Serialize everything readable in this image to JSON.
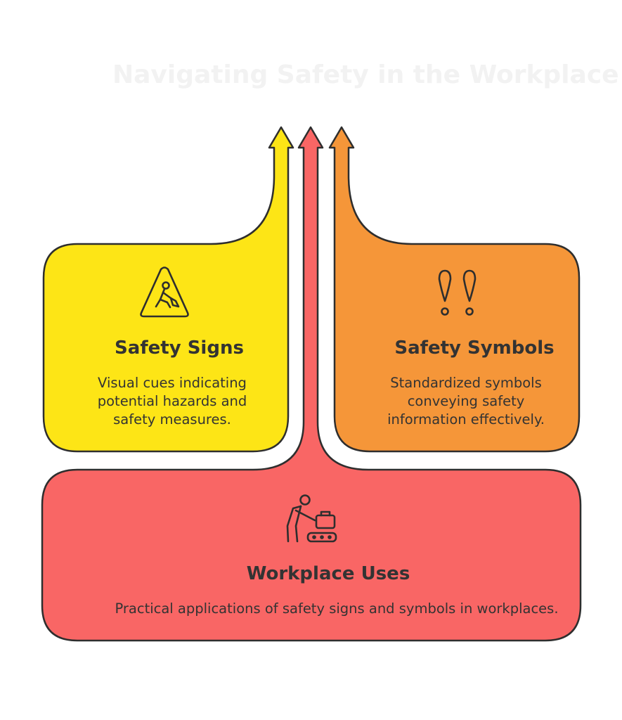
{
  "title": "Navigating Safety in the Workplace",
  "colors": {
    "title": "#f2f2f2",
    "outline": "#2e2e2e",
    "text": "#333333",
    "signs_fill": "#fde516",
    "symbols_fill": "#f59639",
    "uses_fill": "#f96665"
  },
  "boxes": {
    "signs": {
      "icon": "construction-warning-sign-icon",
      "title": "Safety Signs",
      "desc_lines": [
        "Visual cues indicating",
        "potential hazards and",
        "safety measures."
      ]
    },
    "symbols": {
      "icon": "double-exclamation-icon",
      "title": "Safety Symbols",
      "desc_lines": [
        "Standardized symbols",
        "conveying safety",
        "information effectively."
      ]
    },
    "uses": {
      "icon": "person-baggage-conveyor-icon",
      "title": "Workplace Uses",
      "desc_lines": [
        "Practical applications of safety signs and symbols in workplaces."
      ]
    }
  }
}
